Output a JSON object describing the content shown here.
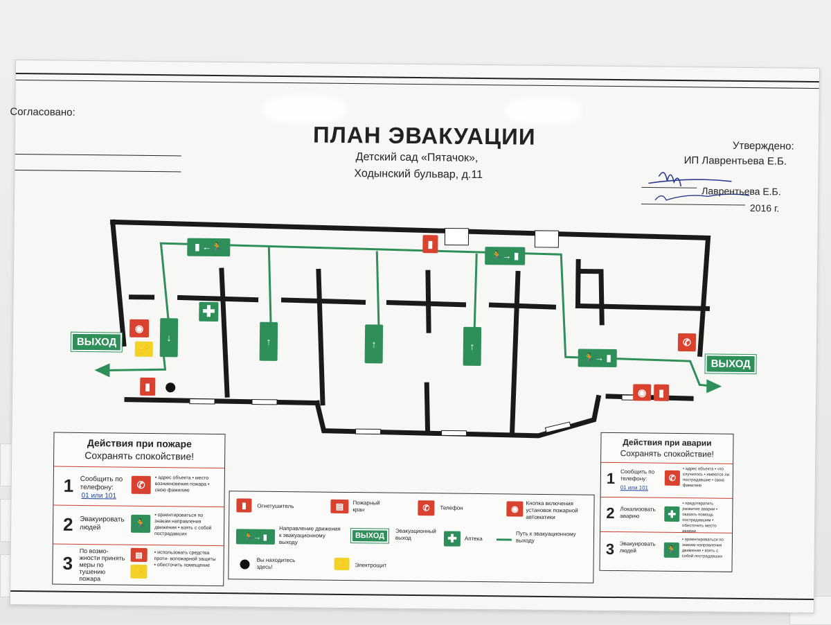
{
  "sheet": {
    "agreed_label": "Согласовано:",
    "title": "ПЛАН ЭВАКУАЦИИ",
    "subtitle_line1": "Детский сад «Пятачок»,",
    "subtitle_line2": "Ходынский бульвар, д.11",
    "approved_label": "Утверждено:",
    "approved_by": "ИП Лаврентьева Е.Б.",
    "signature_name": "Лаврентьева Е.Б.",
    "year": "2016 г."
  },
  "plan": {
    "exit_left": "ВЫХОД",
    "exit_right": "ВЫХОД"
  },
  "fire_panel": {
    "title": "Действия при пожаре",
    "subtitle": "Сохранять спокойствие!",
    "steps": [
      {
        "num": "1",
        "text": "Сообщить по телефону:",
        "link": "01 или 101",
        "bullets": "• адрес объекта • место возникновения пожара • свою фамилию"
      },
      {
        "num": "2",
        "text": "Эвакуировать людей",
        "bullets": "• ориентироваться по знакам направления движения • взять с собой пострадавших"
      },
      {
        "num": "3",
        "text": "По возмо- жности принять меры по тушению пожара",
        "bullets": "• использовать средства проти- вопожарной защиты • обесточить помещение"
      }
    ]
  },
  "accident_panel": {
    "title": "Действия при аварии",
    "subtitle": "Сохранять спокойствие!",
    "steps": [
      {
        "num": "1",
        "text": "Сообщить по телефону:",
        "link": "01 или 101",
        "bullets": "• адрес объекта • что случилось • имеются ли пострадавшие • свою фамилию"
      },
      {
        "num": "2",
        "text": "Локализовать аварию",
        "bullets": "• предотвратить развитие аварии • оказать помощь пострадавшим • обесточить место аварии"
      },
      {
        "num": "3",
        "text": "Эвакуировать людей",
        "bullets": "• ориентироваться по знакам направления движения • взять с собой пострадавших"
      }
    ]
  },
  "legend": {
    "extinguisher": "Огнетушитель",
    "hydrant": "Пожарный кран",
    "phone": "Телефон",
    "alarm_button": "Кнопка включения установок пожарной автоматики",
    "direction": "Направление движения к эвакуационному выходу",
    "exit_sign": "ВЫХОД",
    "exit_label": "Эвакуационный выход",
    "first_aid": "Аптека",
    "path": "Путь к эвакуационному выходу",
    "you_are_here": "Вы находитесь здесь!",
    "electric": "Электрощит"
  },
  "colors": {
    "sign_red": "#d8422f",
    "sign_green": "#2e8f5a",
    "wall": "#1a1a1a"
  }
}
